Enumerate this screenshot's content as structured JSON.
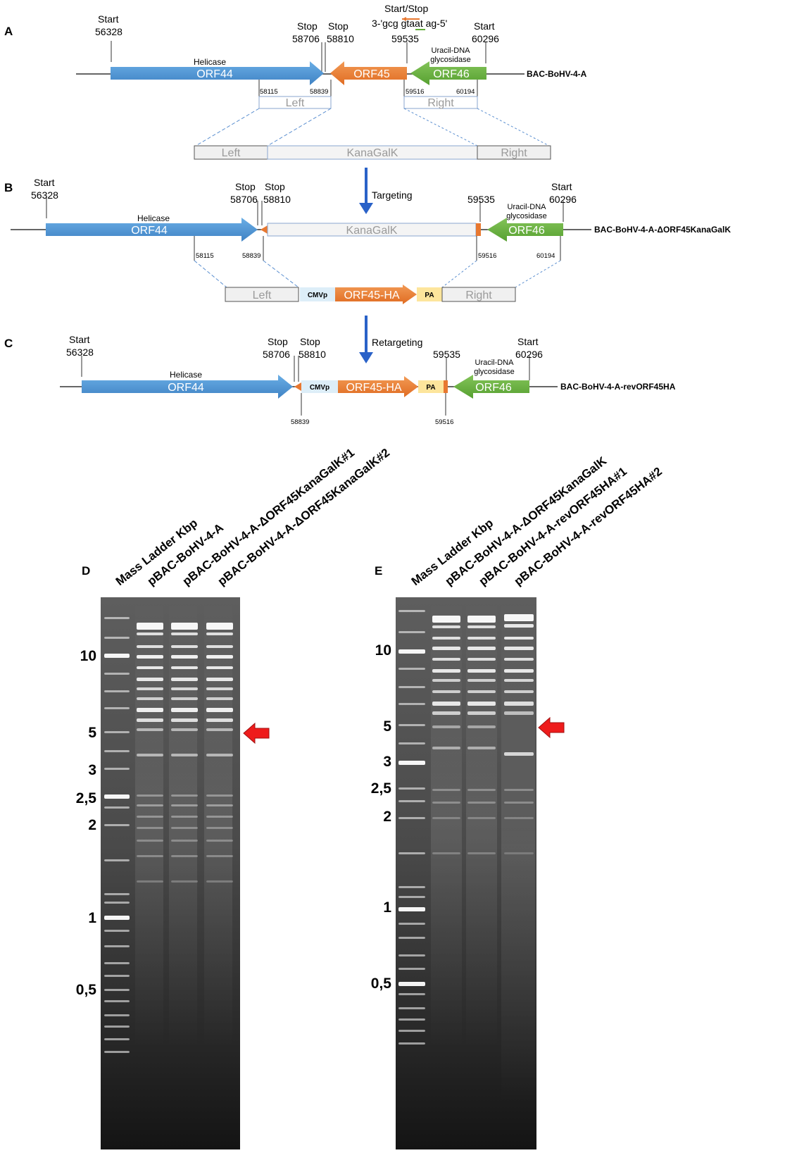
{
  "panels": [
    "A",
    "B",
    "C",
    "D",
    "E"
  ],
  "common": {
    "start": "Start",
    "stop": "Stop",
    "start_stop": "Start/Stop",
    "sequence": "3-'gcg gtaat ag-5'",
    "helicase": "Helicase",
    "uracil1": "Uracil-DNA",
    "uracil2": "glycosidase",
    "orf44": "ORF44",
    "orf45": "ORF45",
    "orf46": "ORF46",
    "orf45ha": "ORF45-HA",
    "left": "Left",
    "right": "Right",
    "kanagalk": "KanaGalK",
    "cmvp": "CMVp",
    "pa": "PA",
    "targeting": "Targeting",
    "retargeting": "Retargeting"
  },
  "positions": {
    "p56328": "56328",
    "p58706": "58706",
    "p58810": "58810",
    "p59535": "59535",
    "p60296": "60296",
    "p58115": "58115",
    "p58839": "58839",
    "p59516": "59516",
    "p60194": "60194"
  },
  "constructs": {
    "a": "BAC-BoHV-4-A",
    "b": "BAC-BoHV-4-A-ΔORF45KanaGalK",
    "c": "BAC-BoHV-4-A-revORF45HA"
  },
  "gel_d": {
    "lanes": [
      "Mass Ladder Kbp",
      "pBAC-BoHV-4-A",
      "pBAC-BoHV-4-A-ΔORF45KanaGalK#1",
      "pBAC-BoHV-4-A-ΔORF45KanaGalK#2"
    ],
    "sizes": [
      "10",
      "5",
      "3",
      "2,5",
      "2",
      "1",
      "0,5"
    ]
  },
  "gel_e": {
    "lanes": [
      "Mass Ladder Kbp",
      "pBAC-BoHV-4-A-ΔORF45KanaGalK",
      "pBAC-BoHV-4-A-revORF45HA#1",
      "pBAC-BoHV-4-A-revORF45HA#2"
    ],
    "sizes": [
      "10",
      "5",
      "3",
      "2,5",
      "2",
      "1",
      "0,5"
    ]
  },
  "colors": {
    "orf44": "#4a90d0",
    "orf45": "#e87830",
    "orf46": "#62ad3a",
    "cmvp": "#ddeef8",
    "pa": "#fde59c",
    "arrow_blue": "#2a62c8",
    "gel_arrow": "#ee1c1c"
  }
}
